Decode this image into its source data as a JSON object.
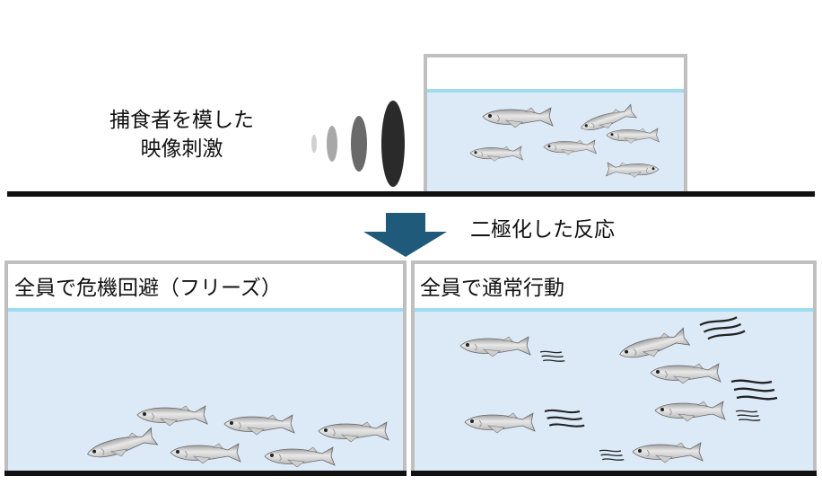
{
  "stimulus_label": {
    "line1": "捕食者を模した",
    "line2": "映像刺激"
  },
  "arrow_label": "二極化した反応",
  "panels": {
    "left": {
      "title": "全員で危機回避（フリーズ）"
    },
    "right": {
      "title": "全員で通常行動"
    }
  },
  "colors": {
    "water": "#dce9f7",
    "water_surface": "#9fdcf0",
    "tank_border": "#bfbfbf",
    "arrow": "#1f5a7a",
    "ground": "#111111"
  }
}
